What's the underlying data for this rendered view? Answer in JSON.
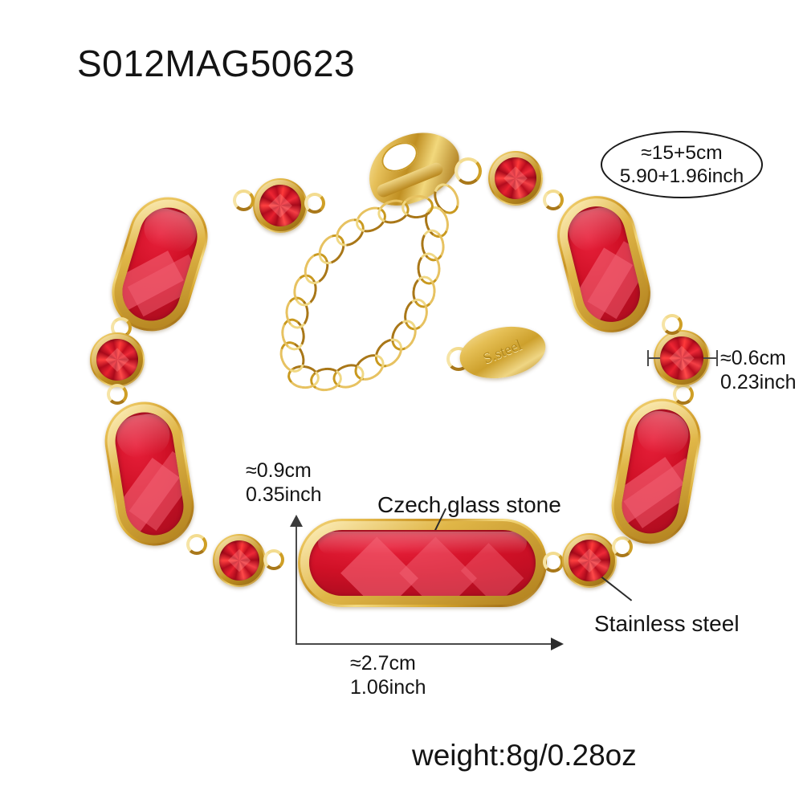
{
  "product": {
    "title": "S012MAG50623",
    "weight": "weight:8g/0.28oz"
  },
  "badge": {
    "line1": "≈15+5cm",
    "line2": "5.90+1.96inch"
  },
  "dimensions": {
    "stone_round": {
      "cm": "≈0.6cm",
      "inch": "0.23inch"
    },
    "capsule_height": {
      "cm": "≈0.9cm",
      "inch": "0.35inch"
    },
    "capsule_width": {
      "cm": "≈2.7cm",
      "inch": "1.06inch"
    }
  },
  "annotations": {
    "stone_material": "Czech glass stone",
    "metal_material": "Stainless steel"
  },
  "tag": {
    "engraving": "S.steel"
  },
  "colors": {
    "gold_light": "#f6dc8e",
    "gold_mid": "#c99322",
    "gold_dark": "#a9761a",
    "stone_red": "#cf1026",
    "stone_facet": "#f26173",
    "line": "#2b2b2b",
    "background": "#ffffff"
  },
  "components": {
    "clasp": "lobster-clasp",
    "chain": "extension-chain",
    "capsule_stones": 5,
    "round_stones": 6
  }
}
